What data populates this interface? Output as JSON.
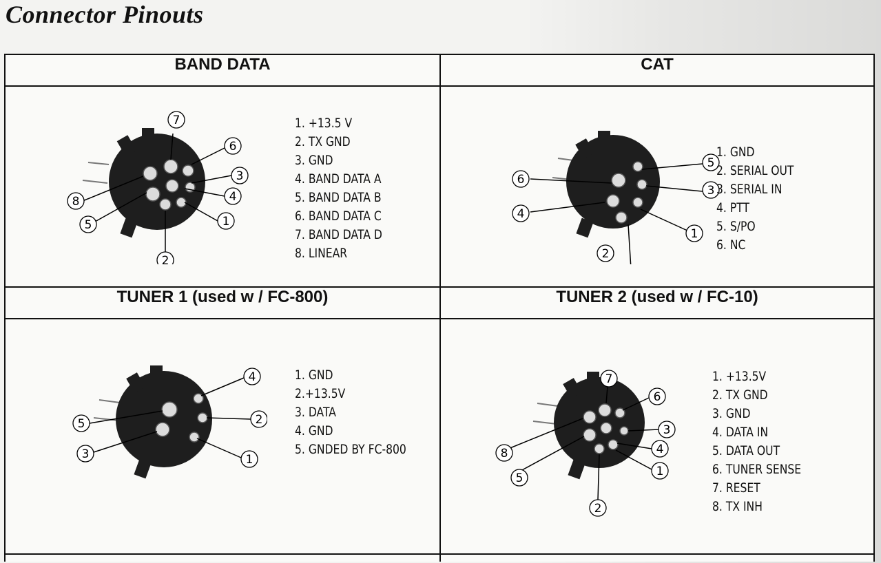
{
  "page_title": "Connector Pinouts",
  "sections": [
    {
      "title": "BAND DATA",
      "pins": [
        "1. +13.5 V",
        "2. TX GND",
        "3. GND",
        "4. BAND DATA  A",
        "5. BAND DATA  B",
        "6. BAND DATA  C",
        "7. BAND DATA  D",
        "8. LINEAR"
      ],
      "callouts": [
        "1",
        "2",
        "3",
        "4",
        "5",
        "6",
        "7",
        "8"
      ]
    },
    {
      "title": "CAT",
      "pins": [
        "1. GND",
        "2. SERIAL OUT",
        "3. SERIAL IN",
        "4. PTT",
        "5. S/PO",
        "6. NC"
      ],
      "callouts": [
        "1",
        "2",
        "3",
        "4",
        "5",
        "6"
      ]
    },
    {
      "title": "TUNER 1 (used w / FC-800)",
      "pins": [
        "1. GND",
        "2.+13.5V",
        "3. DATA",
        "4. GND",
        "5. GNDED BY FC-800"
      ],
      "callouts": [
        "1",
        "2",
        "3",
        "4",
        "5"
      ]
    },
    {
      "title": "TUNER 2 (used w / FC-10)",
      "pins": [
        "1. +13.5V",
        "2. TX GND",
        "3. GND",
        "4. DATA IN",
        "5. DATA OUT",
        "6. TUNER SENSE",
        "7. RESET",
        "8. TX INH"
      ],
      "callouts": [
        "1",
        "2",
        "3",
        "4",
        "5",
        "6",
        "7",
        "8"
      ]
    }
  ]
}
